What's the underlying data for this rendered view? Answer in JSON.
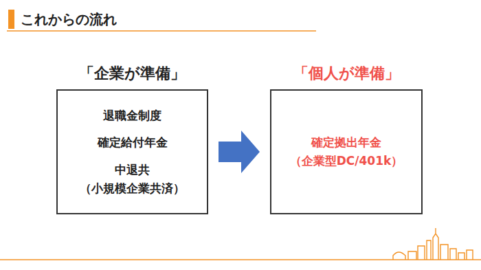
{
  "diagram": {
    "title": "これからの流れ",
    "nodes": [
      {
        "text": [
          "「企業が準備」",
          "退職金制度",
          "確定給付年金",
          "中退共 （小規模企業共済）"
        ]
      },
      {
        "text": [
          "「個人が準備」",
          "確定拠出年金 （企業型DC/401k）"
        ]
      }
    ],
    "edges": [
      {
        "from": 0,
        "to": 1,
        "arrow": "to"
      }
    ]
  }
}
